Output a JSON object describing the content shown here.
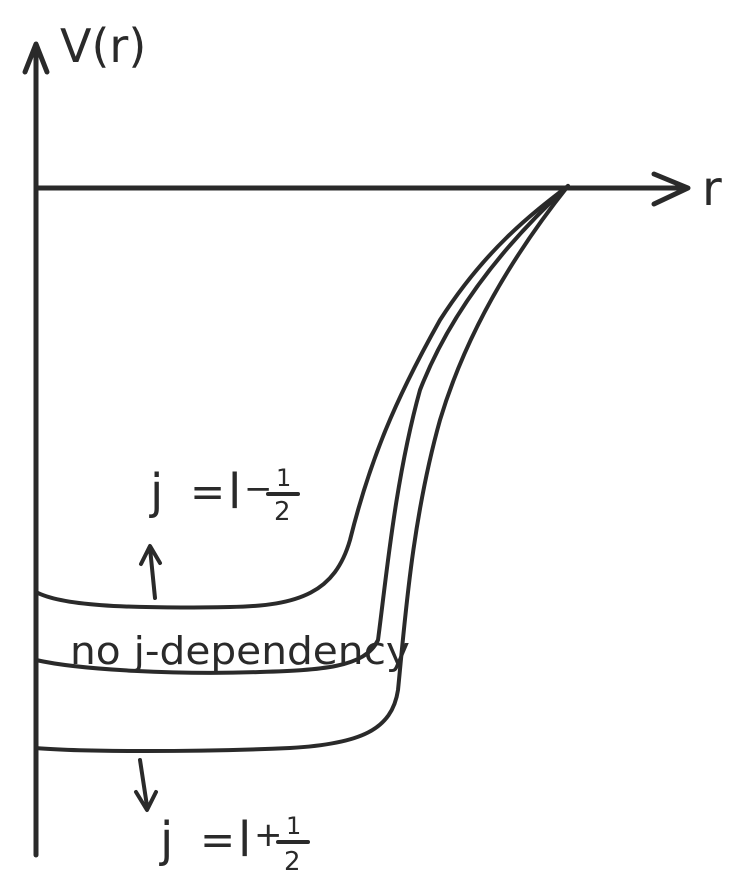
{
  "axes": {
    "y_label": "V(r)",
    "x_label": "r"
  },
  "labels": {
    "upper_curve": "j = l − 1/2",
    "middle_curve": "no j-dependency",
    "lower_curve": "j = l + 1/2",
    "upper_curve_parts": {
      "j": "j",
      "eq": "=",
      "l": "l",
      "op": "−",
      "num": "1",
      "den": "2"
    },
    "lower_curve_parts": {
      "j": "j",
      "eq": "=",
      "l": "l",
      "op": "+",
      "num": "1",
      "den": "2"
    }
  },
  "colors": {
    "ink": "#2a2a2a",
    "background": "#ffffff"
  }
}
